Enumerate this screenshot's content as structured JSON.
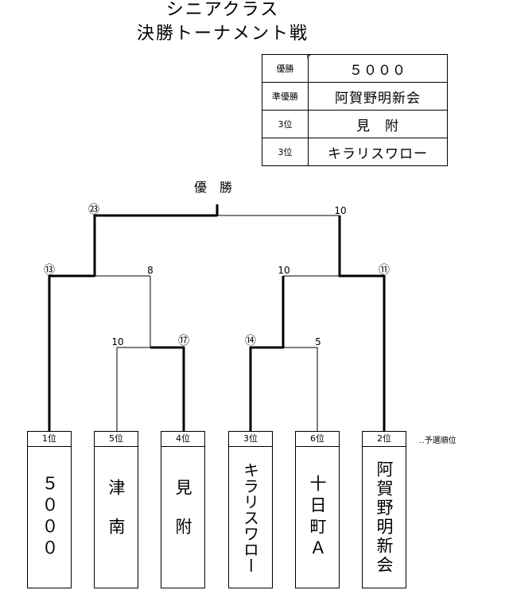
{
  "header": {
    "title_line1": "シニアクラス",
    "title_line2": "決勝トーナメント戦"
  },
  "results": [
    {
      "rank": "優勝",
      "team": "５０００"
    },
    {
      "rank": "準優勝",
      "team": "阿賀野明新会"
    },
    {
      "rank": "3位",
      "team": "見　附"
    },
    {
      "rank": "3位",
      "team": "キラリスワロー"
    }
  ],
  "bracket": {
    "champion_label": "優　勝",
    "match_numbers": {
      "m23": "㉓",
      "m13": "⑬",
      "m11": "⑪",
      "m17": "⑰",
      "m14": "⑭"
    },
    "scores": {
      "final_right": "10",
      "semi_left_right": "8",
      "semi_right_left": "10",
      "qf_left_left": "10",
      "qf_right_right": "5"
    }
  },
  "teams": [
    {
      "rank": "1位",
      "name": "５０００"
    },
    {
      "rank": "5位",
      "name": "津南"
    },
    {
      "rank": "4位",
      "name": "見附"
    },
    {
      "rank": "3位",
      "name": "キラリスワロー"
    },
    {
      "rank": "6位",
      "name": "十日町Ａ"
    },
    {
      "rank": "2位",
      "name": "阿賀野明新会"
    }
  ],
  "note": "‥予選順位"
}
